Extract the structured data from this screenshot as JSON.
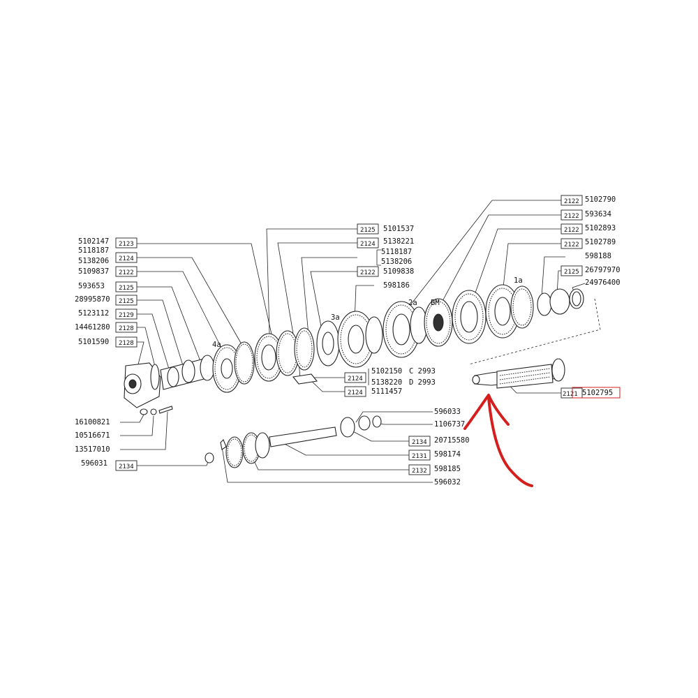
{
  "ref_groups": [
    {
      "group": "2121",
      "parts": [
        "5102795"
      ]
    },
    {
      "group": "2122",
      "parts": [
        "5102790",
        "593634",
        "5102893",
        "5102789",
        "5109837",
        "5109838"
      ]
    },
    {
      "group": "2123",
      "parts": [
        "5102147"
      ]
    },
    {
      "group": "2124",
      "parts": [
        "5118187",
        "5138206",
        "5138221",
        "5138220",
        "5111457"
      ]
    },
    {
      "group": "2125",
      "parts": [
        "5101537",
        "26797970",
        "593653",
        "28995870"
      ]
    },
    {
      "group": "2128",
      "parts": [
        "14461280",
        "5101590"
      ]
    },
    {
      "group": "2129",
      "parts": [
        "5123112"
      ]
    },
    {
      "group": "2131",
      "parts": [
        "598174"
      ]
    },
    {
      "group": "2132",
      "parts": [
        "598185"
      ]
    },
    {
      "group": "2134",
      "parts": [
        "596031",
        "20715580"
      ]
    }
  ],
  "left_column": {
    "labels": [
      "5102147",
      "5118187",
      "5138206",
      "5109837",
      "593653",
      "28995870",
      "5123112",
      "14461280",
      "5101590"
    ],
    "boxes": [
      "2123",
      "2124",
      "2122",
      "2125",
      "2129",
      "2128",
      "2128"
    ]
  },
  "top_center": {
    "boxes": [
      "2125",
      "2124",
      "2122"
    ],
    "labels": [
      "5101537",
      "5138221",
      "5118187",
      "5138206",
      "5109838",
      "598186"
    ]
  },
  "top_right": {
    "boxes": [
      "2122",
      "2122",
      "2122",
      "2122",
      "2125"
    ],
    "labels": [
      "5102790",
      "593634",
      "5102893",
      "5102789",
      "598188",
      "26797970",
      "24976400"
    ]
  },
  "mid_center": {
    "boxes": [
      "2124",
      "2124"
    ],
    "labels": [
      "5102150",
      "C 2993",
      "5138220",
      "D 2993",
      "5111457"
    ]
  },
  "shaft_callout": {
    "box": "2121",
    "label": "5102795",
    "highlight_color": "#d41f1f"
  },
  "bottom_left": {
    "labels": [
      "16100821",
      "10516671",
      "13517010",
      "596031"
    ],
    "box": "2134"
  },
  "bottom_right": {
    "labels": [
      "596033",
      "1106737",
      "20715580",
      "598174",
      "598185",
      "596032"
    ],
    "boxes": [
      "2134",
      "2131",
      "2132"
    ]
  },
  "gear_marks": [
    "4a",
    "3a",
    "2a",
    "BM",
    "1a"
  ],
  "annotation": {
    "color": "#d41f1f",
    "icon": "red-arrow-pointer"
  }
}
